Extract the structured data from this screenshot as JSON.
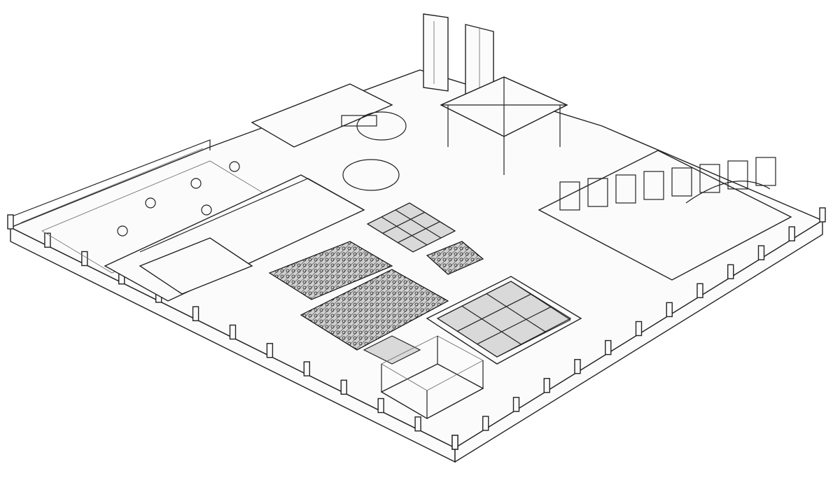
{
  "drawing": {
    "style": "isometric line sketch",
    "colors": {
      "background": "#ffffff",
      "line": "#222222",
      "fill_light": "#fbfbfb",
      "fill_pit": "#d9d9d9"
    },
    "features": [
      "perimeter-wall",
      "foam-pit-left",
      "foam-pit-center",
      "trampoline-grid",
      "climbing-tower",
      "truss-structure",
      "ninja-course",
      "entrance-area",
      "tower-frame-front"
    ]
  }
}
